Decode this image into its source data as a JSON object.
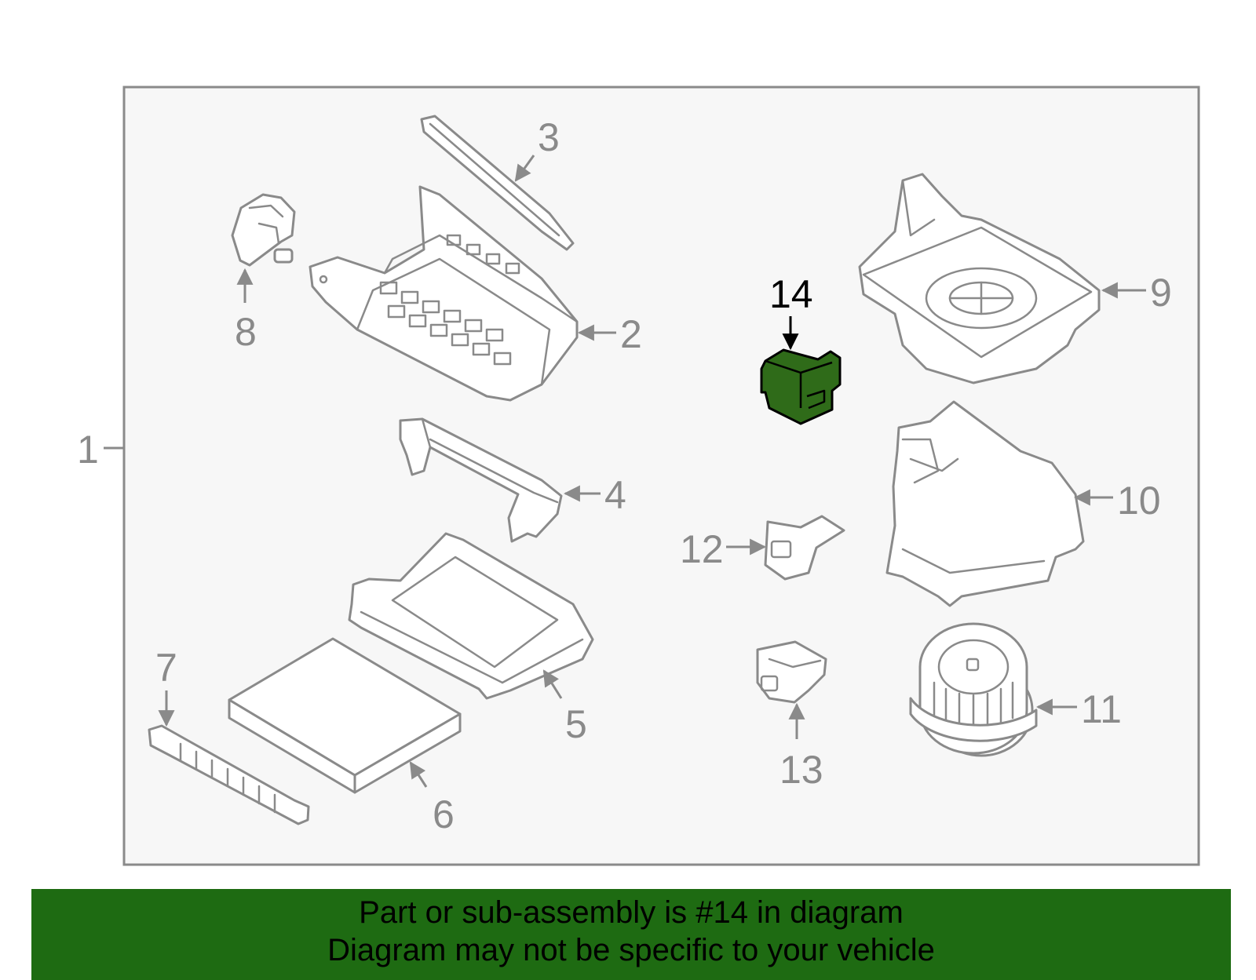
{
  "colors": {
    "highlight_part": "#2f6b19",
    "banner_background": "#1e6b12",
    "line_gray": "#8a8a8a",
    "panel_background": "#f7f7f7"
  },
  "callouts": {
    "c1": "1",
    "c2": "2",
    "c3": "3",
    "c4": "4",
    "c5": "5",
    "c6": "6",
    "c7": "7",
    "c8": "8",
    "c9": "9",
    "c10": "10",
    "c11": "11",
    "c12": "12",
    "c13": "13",
    "c14": "14"
  },
  "highlighted_callout": "14",
  "banner": {
    "line1": "Part or sub-assembly is #14 in diagram",
    "line2": "Diagram may not be specific to your vehicle"
  }
}
